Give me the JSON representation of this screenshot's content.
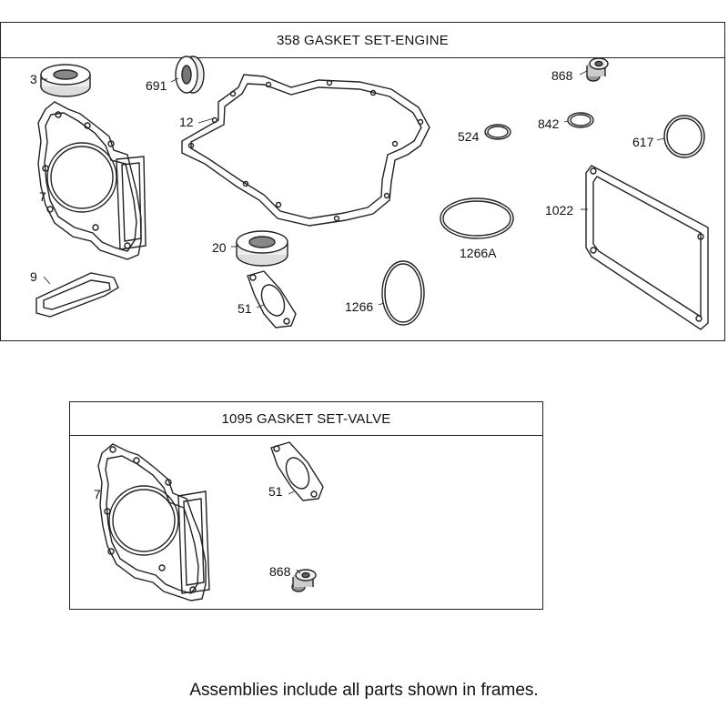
{
  "engine_frame": {
    "title": "358 GASKET SET-ENGINE",
    "labels": {
      "p3": "3",
      "p691": "691",
      "p12": "12",
      "p868": "868",
      "p524": "524",
      "p842": "842",
      "p617": "617",
      "p7": "7",
      "p1022": "1022",
      "p1266a": "1266A",
      "p20": "20",
      "p9": "9",
      "p51": "51",
      "p1266": "1266"
    }
  },
  "valve_frame": {
    "title": "1095 GASKET SET-VALVE",
    "labels": {
      "p7": "7",
      "p51": "51",
      "p868": "868"
    }
  },
  "footnote": "Assemblies include all parts shown in frames."
}
